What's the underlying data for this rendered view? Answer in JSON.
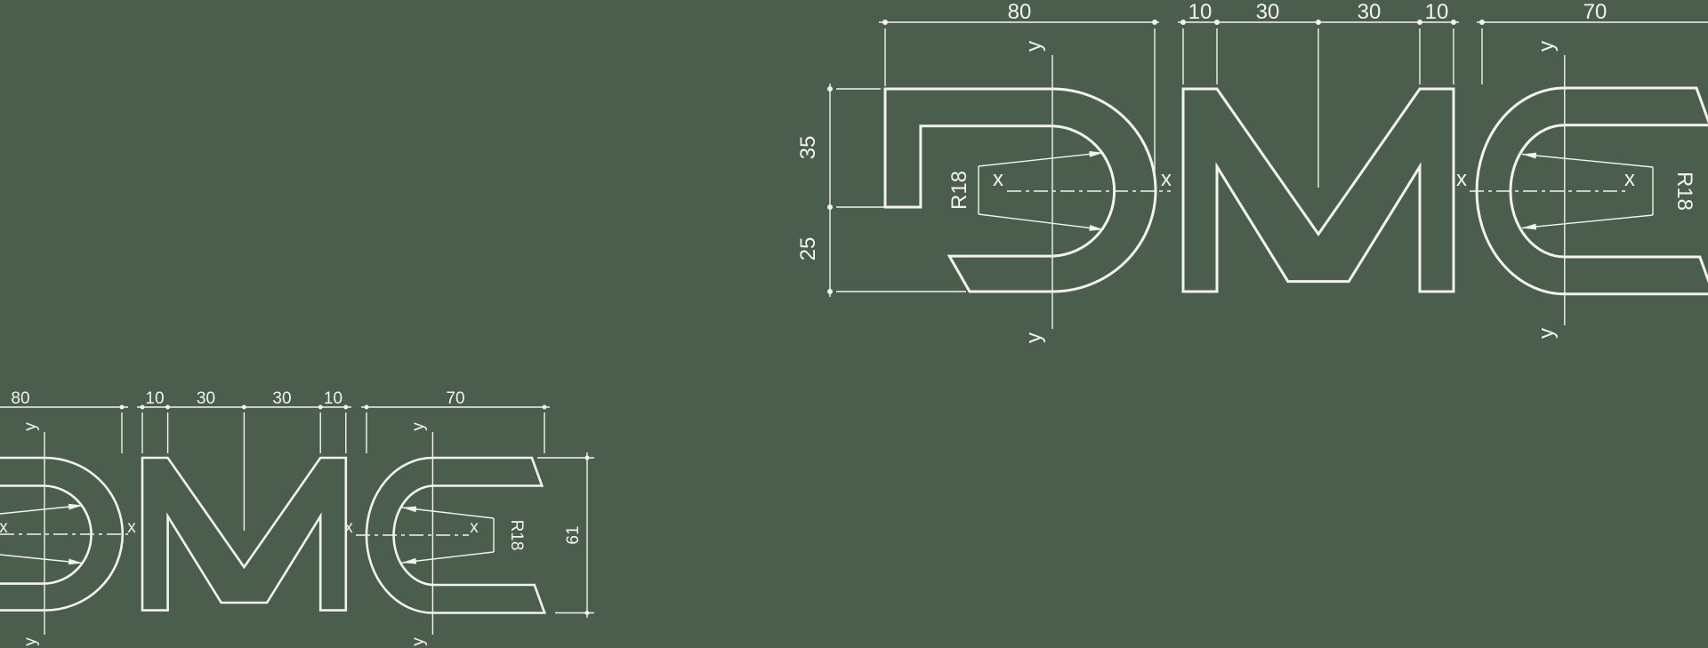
{
  "colors": {
    "background": "#4b5e4e",
    "line": "#f2f2ef"
  },
  "axis_labels": {
    "x": "x",
    "y": "y"
  },
  "radius_label": "R18",
  "top_drawing": {
    "d_width": "80",
    "m_segments": [
      "10",
      "30",
      "30",
      "10"
    ],
    "c_width": "70",
    "d_upper_height": "35",
    "d_lower_gap": "25"
  },
  "bottom_drawing": {
    "d_width": "80",
    "m_segments": [
      "10",
      "30",
      "30",
      "10"
    ],
    "c_width": "70",
    "c_height": "61"
  }
}
